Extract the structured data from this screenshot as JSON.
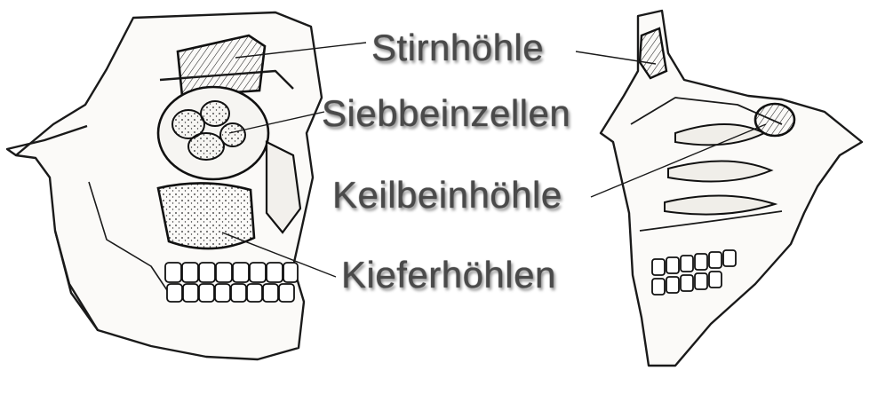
{
  "labels": {
    "stirnhoehle": "Stirnhöhle",
    "siebbeinzellen": "Siebbeinzellen",
    "keilbeinhoehle": "Keilbeinhöhle",
    "kieferhoehlen": "Kieferhöhlen"
  },
  "colors": {
    "ink": "#1a1a1a",
    "label_text": "#4a4a4a",
    "paper": "#ffffff",
    "shade": "#f3f1ee"
  }
}
